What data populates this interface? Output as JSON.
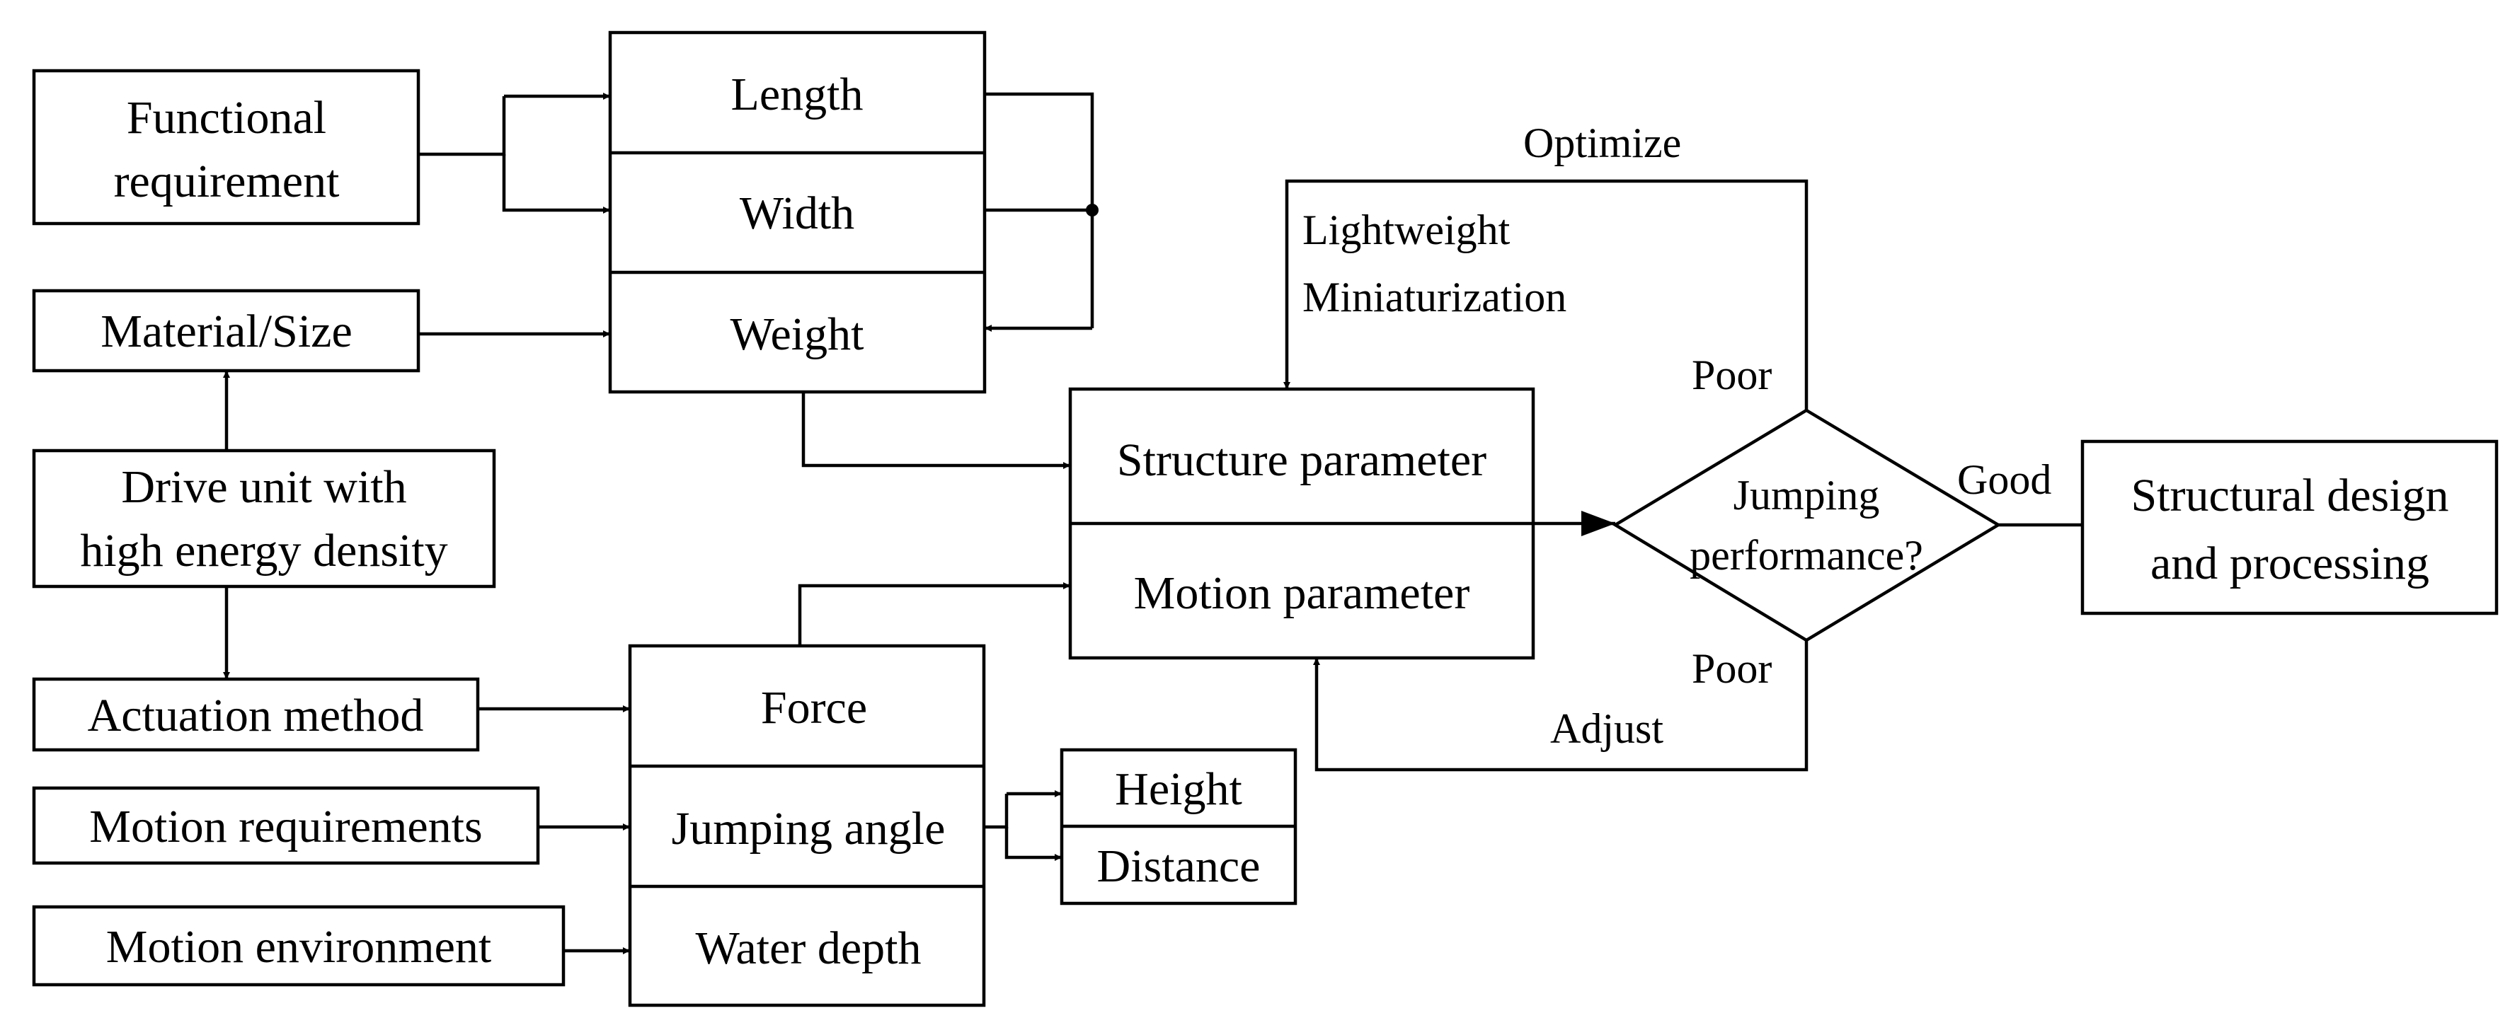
{
  "nodes": {
    "functional_requirement": [
      "Functional",
      "requirement"
    ],
    "material_size": "Material/Size",
    "drive_unit": [
      "Drive unit with",
      "high energy density"
    ],
    "actuation_method": "Actuation method",
    "motion_requirements": "Motion requirements",
    "motion_environment": "Motion environment",
    "length": "Length",
    "width": "Width",
    "weight": "Weight",
    "force": "Force",
    "jumping_angle": "Jumping angle",
    "water_depth": "Water depth",
    "height": "Height",
    "distance": "Distance",
    "structure_parameter": "Structure parameter",
    "motion_parameter": "Motion parameter",
    "decision": [
      "Jumping",
      "performance?"
    ],
    "structural_design": [
      "Structural design",
      "and processing"
    ]
  },
  "edge_labels": {
    "optimize": "Optimize",
    "lightweight": "Lightweight",
    "miniaturization": "Miniaturization",
    "poor_top": "Poor",
    "poor_bottom": "Poor",
    "good": "Good",
    "adjust": "Adjust"
  }
}
